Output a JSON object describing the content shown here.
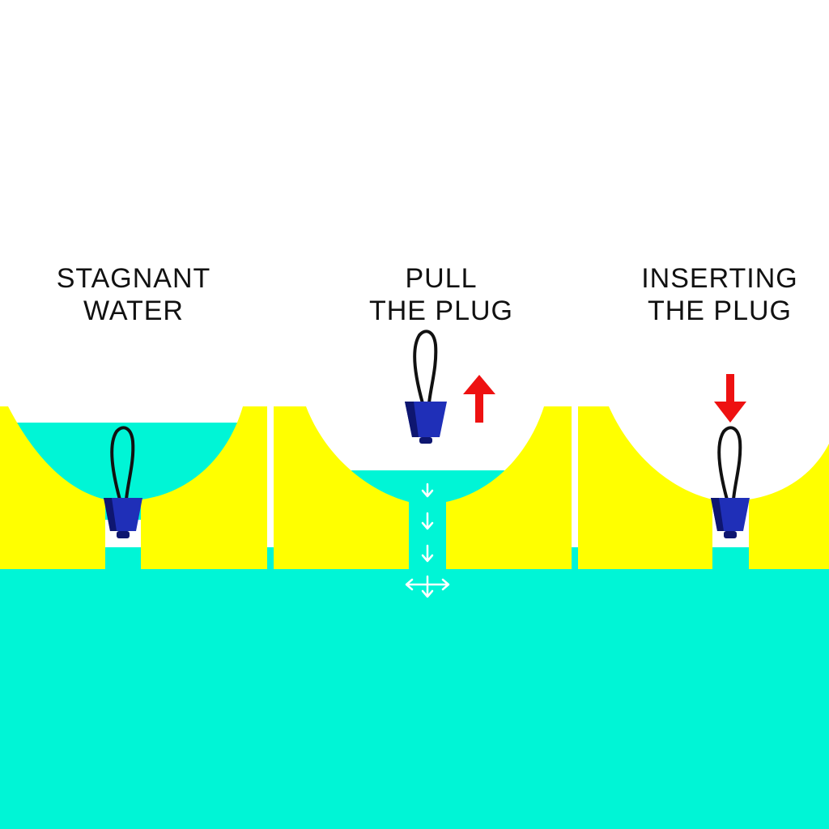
{
  "colors": {
    "water": "#00F5D6",
    "hull": "#FFFF00",
    "plug": "#1F2FB8",
    "plug_dark": "#0E1670",
    "cord": "#111111",
    "arrow_red": "#EE1111",
    "flow_arrow": "#FFFFFF",
    "background": "#FFFFFF"
  },
  "panels": [
    {
      "state": "stagnant-water",
      "caption_lines": [
        "STAGNANT",
        "WATER"
      ],
      "plug_position": "seated",
      "arrow": null
    },
    {
      "state": "pull-the-plug",
      "caption_lines": [
        "PULL",
        "THE PLUG"
      ],
      "plug_position": "lifted",
      "arrow": "up",
      "flow": "draining"
    },
    {
      "state": "inserting-the-plug",
      "caption_lines": [
        "INSERTING",
        "THE PLUG"
      ],
      "plug_position": "seated",
      "arrow": "down"
    }
  ],
  "icons": [
    "plug-icon",
    "up-arrow-icon",
    "down-arrow-icon",
    "flow-arrow-icon"
  ]
}
